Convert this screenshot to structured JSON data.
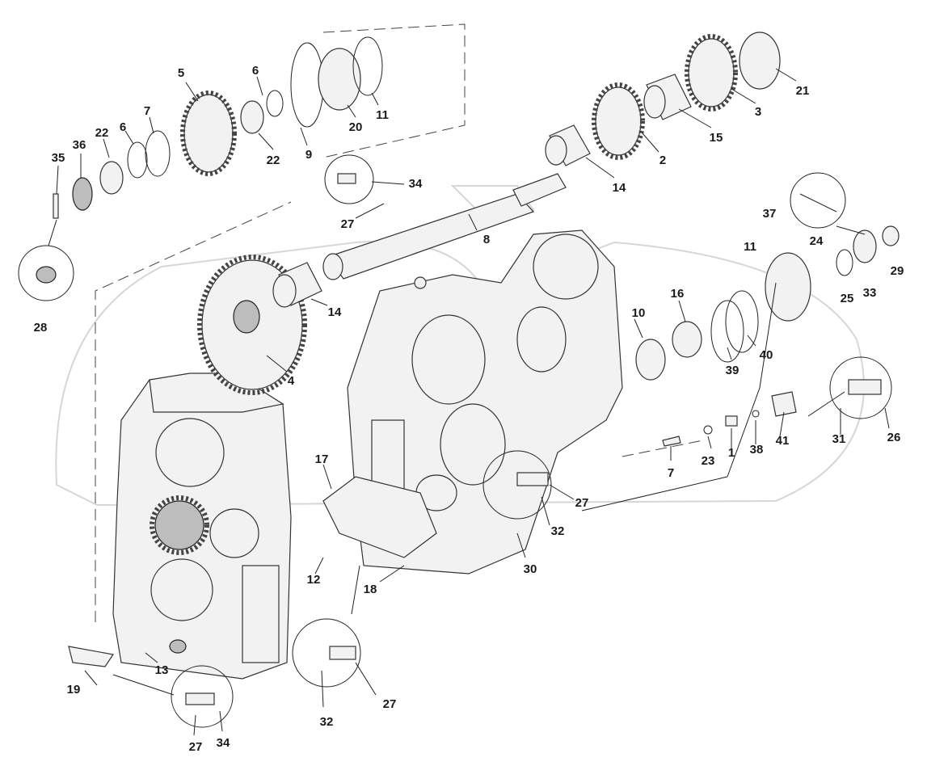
{
  "labels": [
    "1",
    "2",
    "3",
    "4",
    "5",
    "6",
    "6",
    "7",
    "7",
    "8",
    "9",
    "10",
    "11",
    "11",
    "12",
    "13",
    "14",
    "14",
    "15",
    "16",
    "17",
    "18",
    "19",
    "20",
    "21",
    "22",
    "22",
    "23",
    "24",
    "25",
    "26",
    "27",
    "27",
    "27",
    "27",
    "28",
    "29",
    "30",
    "31",
    "32",
    "32",
    "33",
    "34",
    "34",
    "35",
    "36",
    "37",
    "38",
    "39",
    "40",
    "41"
  ],
  "colors": {
    "line": "#222222",
    "part_fill": "#f2f2f2",
    "dark_fill": "#bdbdbd",
    "watermark": "#d6d6d6"
  }
}
